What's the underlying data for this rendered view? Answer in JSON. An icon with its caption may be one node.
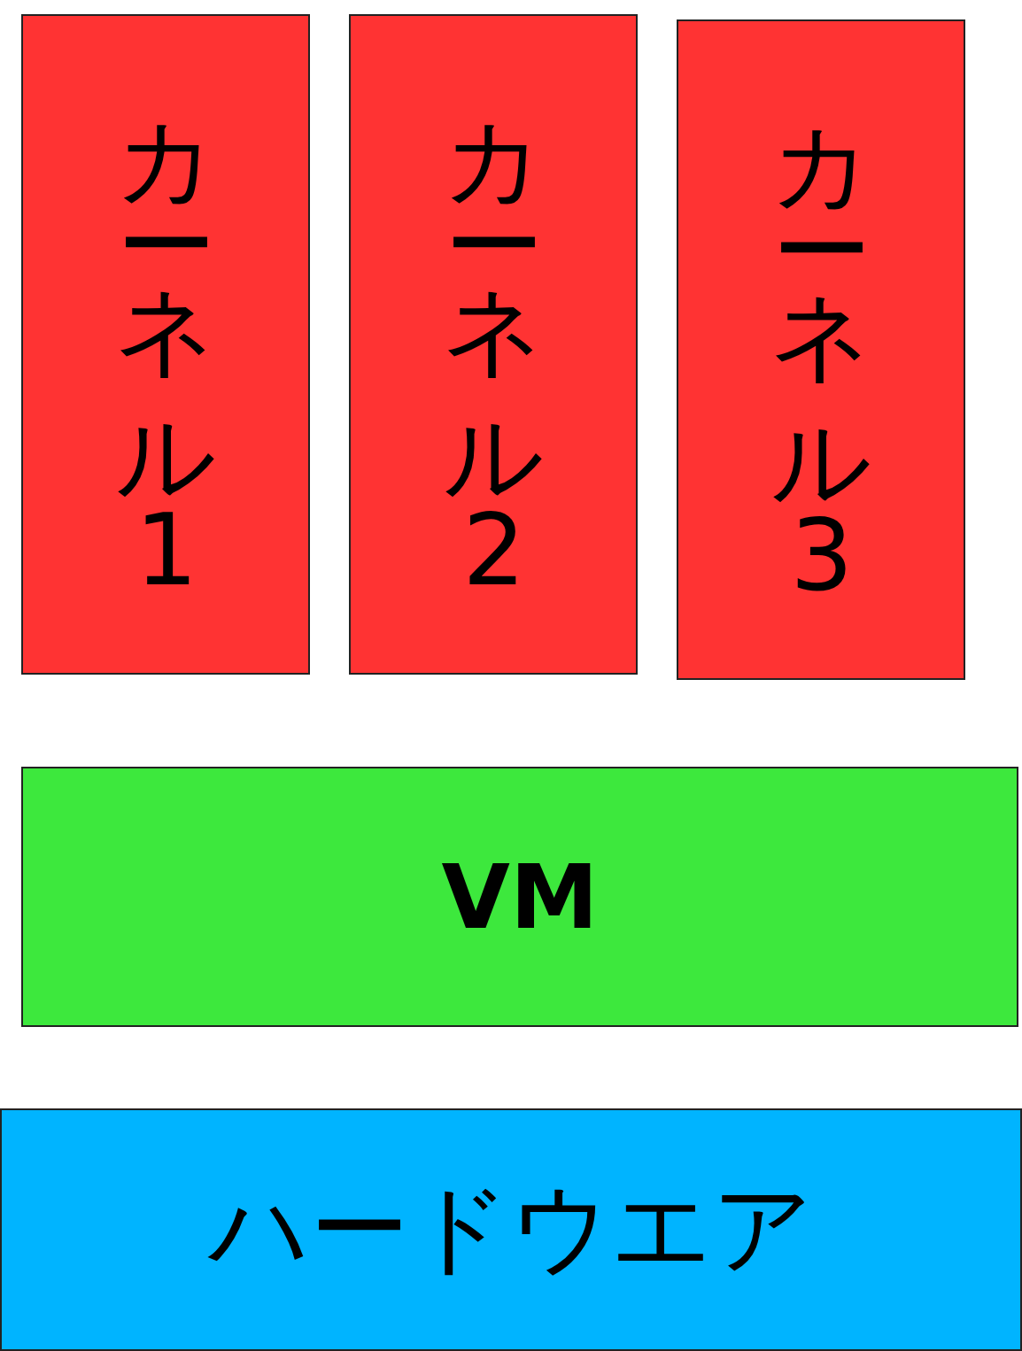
{
  "diagram": {
    "nodes": [
      {
        "text": [
          "カーネル1"
        ]
      },
      {
        "text": [
          "カーネル2"
        ]
      },
      {
        "text": [
          "カーネル3"
        ]
      },
      {
        "text": [
          "VM"
        ]
      },
      {
        "text": [
          "ハードウエア"
        ]
      }
    ]
  }
}
